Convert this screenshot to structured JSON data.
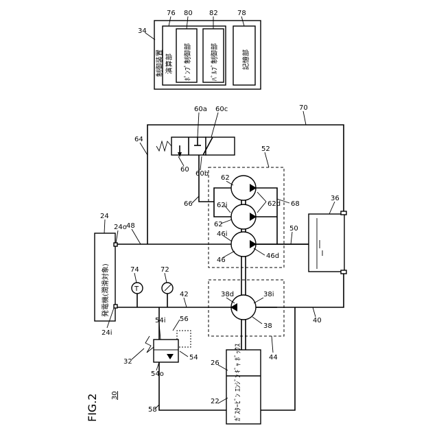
{
  "figure": {
    "title": "FIG.2",
    "system_ref": "30"
  },
  "control_device": {
    "ref": "34",
    "label": "制御装置",
    "unit": {
      "ref": "76",
      "label": "演算部"
    },
    "pump_control": {
      "ref": "80",
      "label": "ﾎﾟﾝﾌﾟ制御部"
    },
    "valve_control": {
      "ref": "82",
      "label": "ﾊﾞﾙﾌﾞ制御部"
    },
    "storage": {
      "ref": "78",
      "label": "記憶部"
    }
  },
  "generator": {
    "ref": "24",
    "label": "発電機(潤滑対象)",
    "outlet_ref": "24o",
    "inlet_ref": "24i"
  },
  "engine": {
    "ref": "22",
    "label": "ｶﾞｽﾀｰﾋﾞﾝ ｴﾝｼﾞﾝ"
  },
  "gearbox": {
    "ref": "26",
    "label": "ｷﾞｬ ﾎﾞｯｸｽ"
  },
  "tank": {
    "ref": "36"
  },
  "valve": {
    "ref": "60",
    "port_a": "60a",
    "port_b": "60b",
    "port_c": "60c"
  },
  "pump_group_upper": {
    "ref": "52"
  },
  "pump_group_lower": {
    "ref": "44"
  },
  "pump_46": {
    "ref": "46",
    "in_ref": "46i",
    "out_ref": "46d"
  },
  "pump_62": {
    "ref": "62",
    "ref2": "62",
    "in_ref": "62i",
    "out_ref": "62d"
  },
  "pump_38": {
    "ref": "38",
    "in_ref": "38i",
    "out_ref": "38d"
  },
  "filter": {
    "ref": "54",
    "in_ref": "54i",
    "out_ref": "54o",
    "bypass_ref": "56",
    "group_ref": "32"
  },
  "lines": {
    "l70": "70",
    "l64": "64",
    "l48": "48",
    "l50": "50",
    "l66": "66",
    "l68": "68",
    "l42": "42",
    "l40": "40",
    "l58": "58"
  },
  "sensors": {
    "temperature": {
      "ref": "74",
      "glyph": "T"
    },
    "pressure": {
      "ref": "72"
    }
  }
}
